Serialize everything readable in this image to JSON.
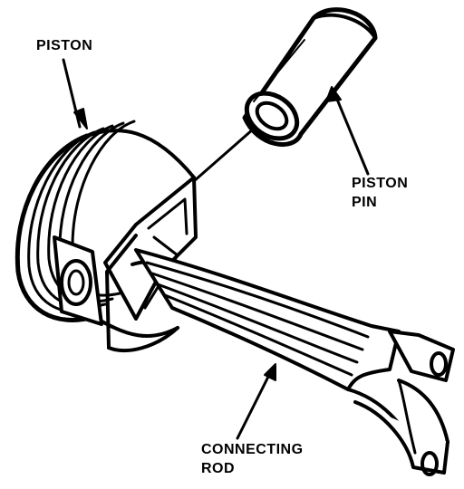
{
  "labels": {
    "piston": "PISTON",
    "piston_pin_line1": "PISTON",
    "piston_pin_line2": "PIN",
    "rod_line1": "CONNECTING",
    "rod_line2": "ROD"
  },
  "colors": {
    "ink": "#000000",
    "paper": "#ffffff"
  }
}
